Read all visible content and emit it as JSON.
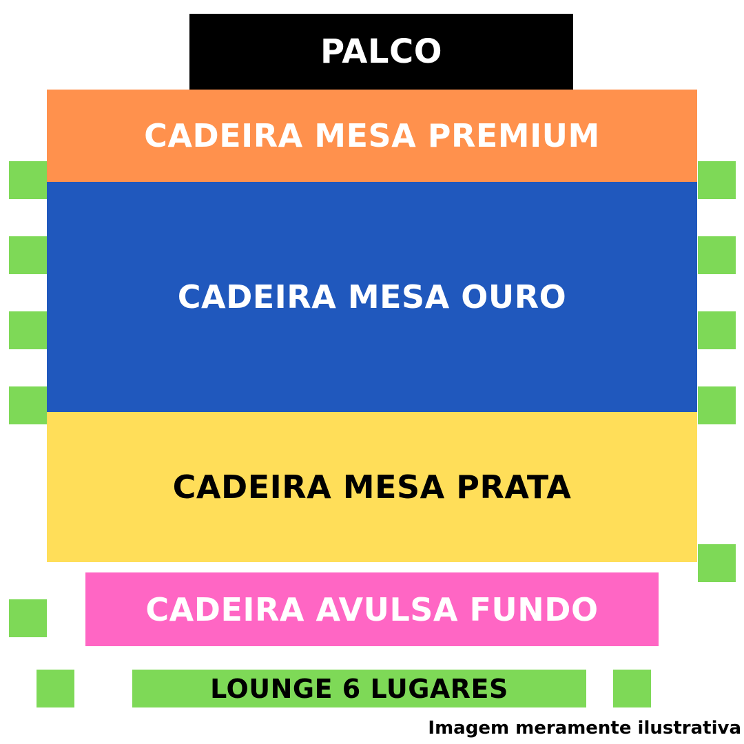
{
  "colors": {
    "stage_bg": "#000000",
    "premium_bg": "#ff914d",
    "ouro_bg": "#2058bd",
    "prata_bg": "#ffde59",
    "fundo_bg": "#ff66c4",
    "lounge_bg": "#7ed957",
    "light_text": "#ffffff",
    "dark_text": "#000000"
  },
  "zones": {
    "stage": "PALCO",
    "premium": "CADEIRA MESA PREMIUM",
    "ouro": "CADEIRA MESA OURO",
    "prata": "CADEIRA MESA PRATA",
    "fundo": "CADEIRA AVULSA FUNDO",
    "lounge": "LOUNGE 6 LUGARES"
  },
  "disclaimer": "Imagem meramente ilustrativa"
}
